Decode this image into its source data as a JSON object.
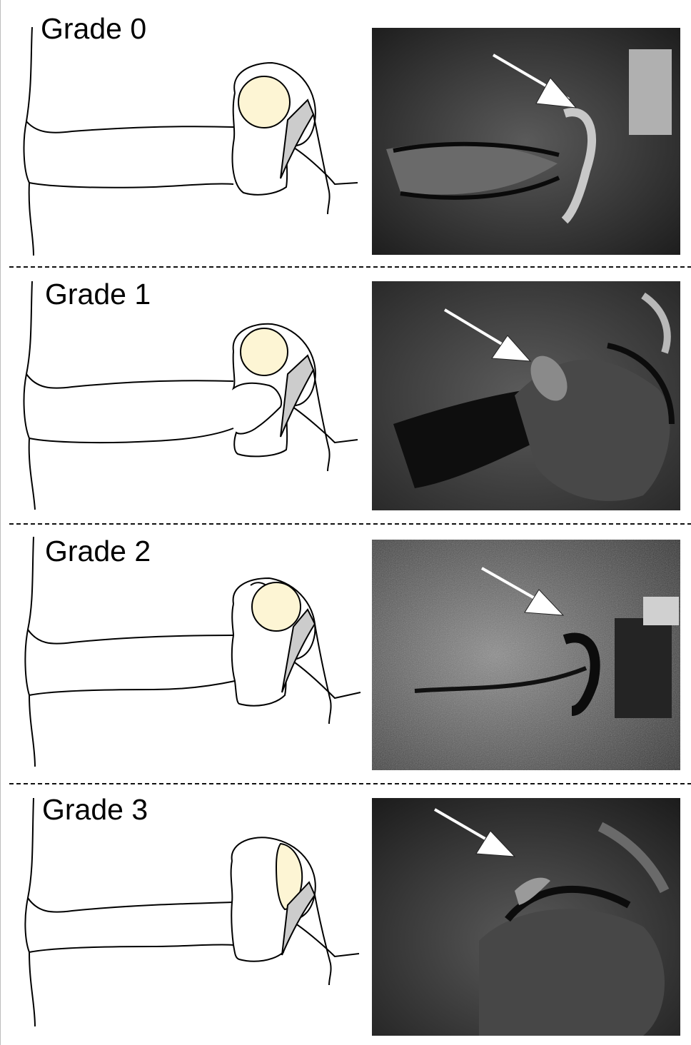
{
  "panels": [
    {
      "grade_label": "Grade 0"
    },
    {
      "grade_label": "Grade 1"
    },
    {
      "grade_label": "Grade 2"
    },
    {
      "grade_label": "Grade 3"
    }
  ],
  "colors": {
    "nodule": "#fdf5d4",
    "ligament": "#cccccc",
    "outline": "#000000",
    "divider": "#111111"
  }
}
